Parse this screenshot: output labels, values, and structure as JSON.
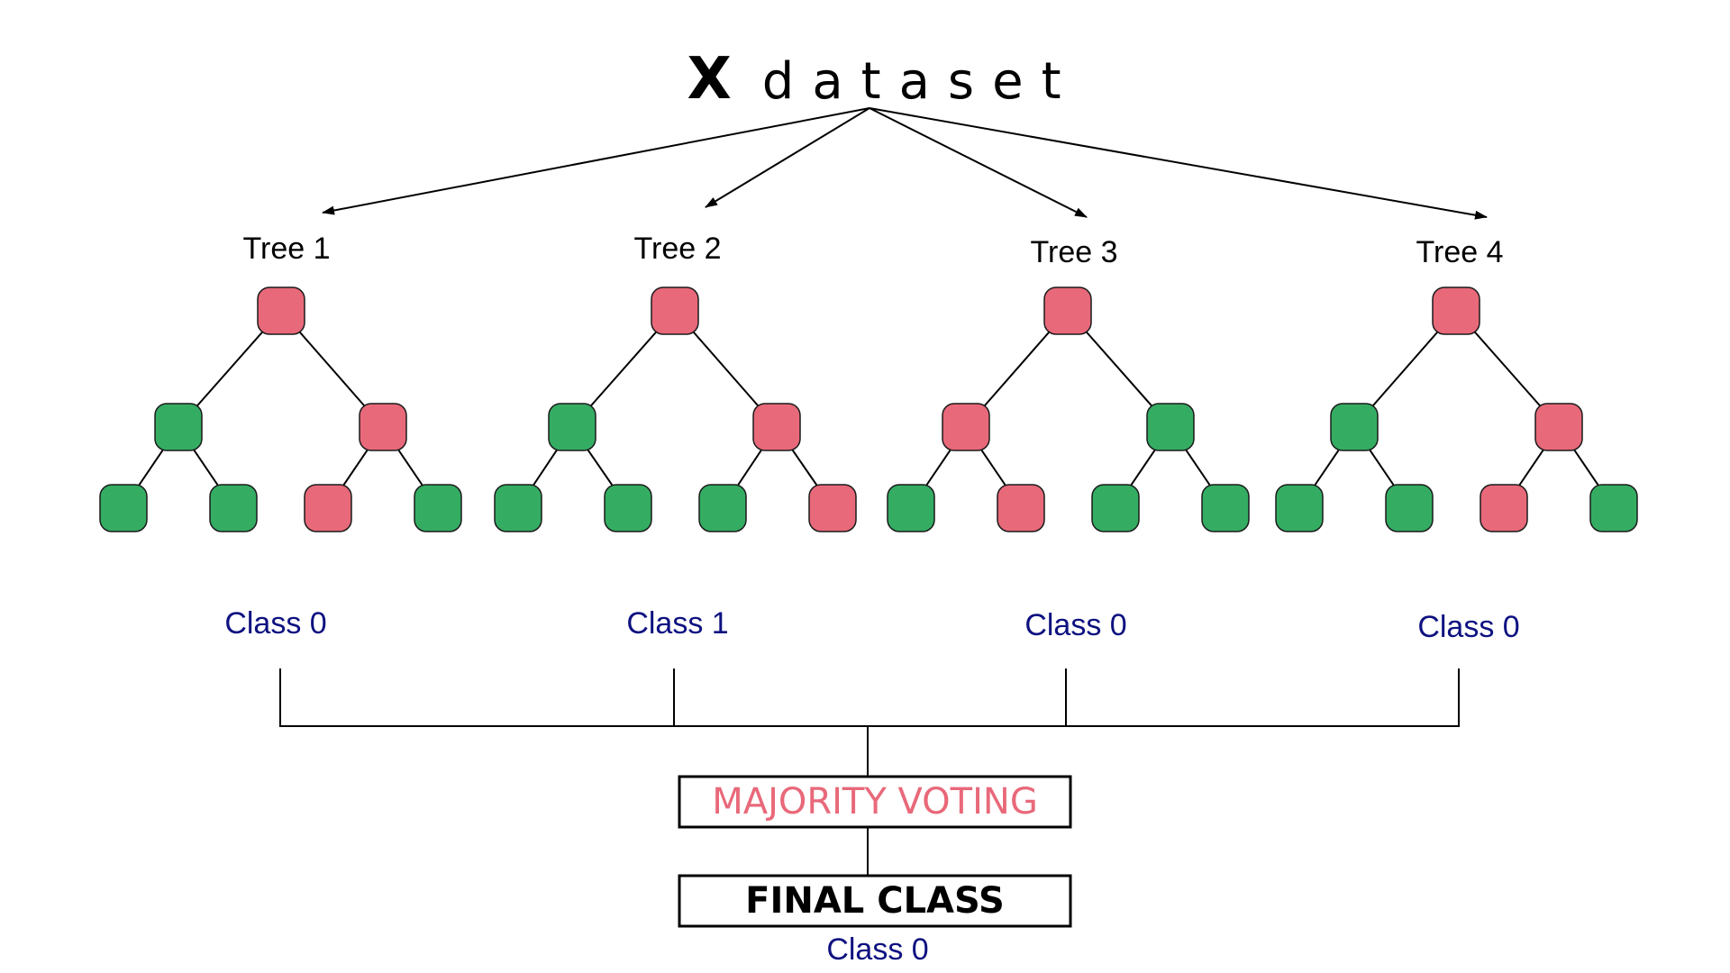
{
  "title": {
    "x_letter": "X",
    "word": "dataset"
  },
  "colors": {
    "red_node": "#e8697a",
    "green_node": "#34ad63",
    "class_label": "#0d1180",
    "majority_text": "#e8697a",
    "lines": "#000000"
  },
  "trees": [
    {
      "label": "Tree 1",
      "class_label": "Class 0",
      "nodes": [
        "red",
        "green",
        "red",
        "green",
        "green",
        "red",
        "green"
      ]
    },
    {
      "label": "Tree 2",
      "class_label": "Class 1",
      "nodes": [
        "red",
        "green",
        "red",
        "green",
        "green",
        "green",
        "red"
      ]
    },
    {
      "label": "Tree 3",
      "class_label": "Class 0",
      "nodes": [
        "red",
        "red",
        "green",
        "green",
        "red",
        "green",
        "green"
      ]
    },
    {
      "label": "Tree 4",
      "class_label": "Class 0",
      "nodes": [
        "red",
        "green",
        "red",
        "green",
        "green",
        "red",
        "green"
      ]
    }
  ],
  "majority_voting": "MAJORITY VOTING",
  "final_class": {
    "label": "FINAL CLASS",
    "value": "Class 0"
  }
}
